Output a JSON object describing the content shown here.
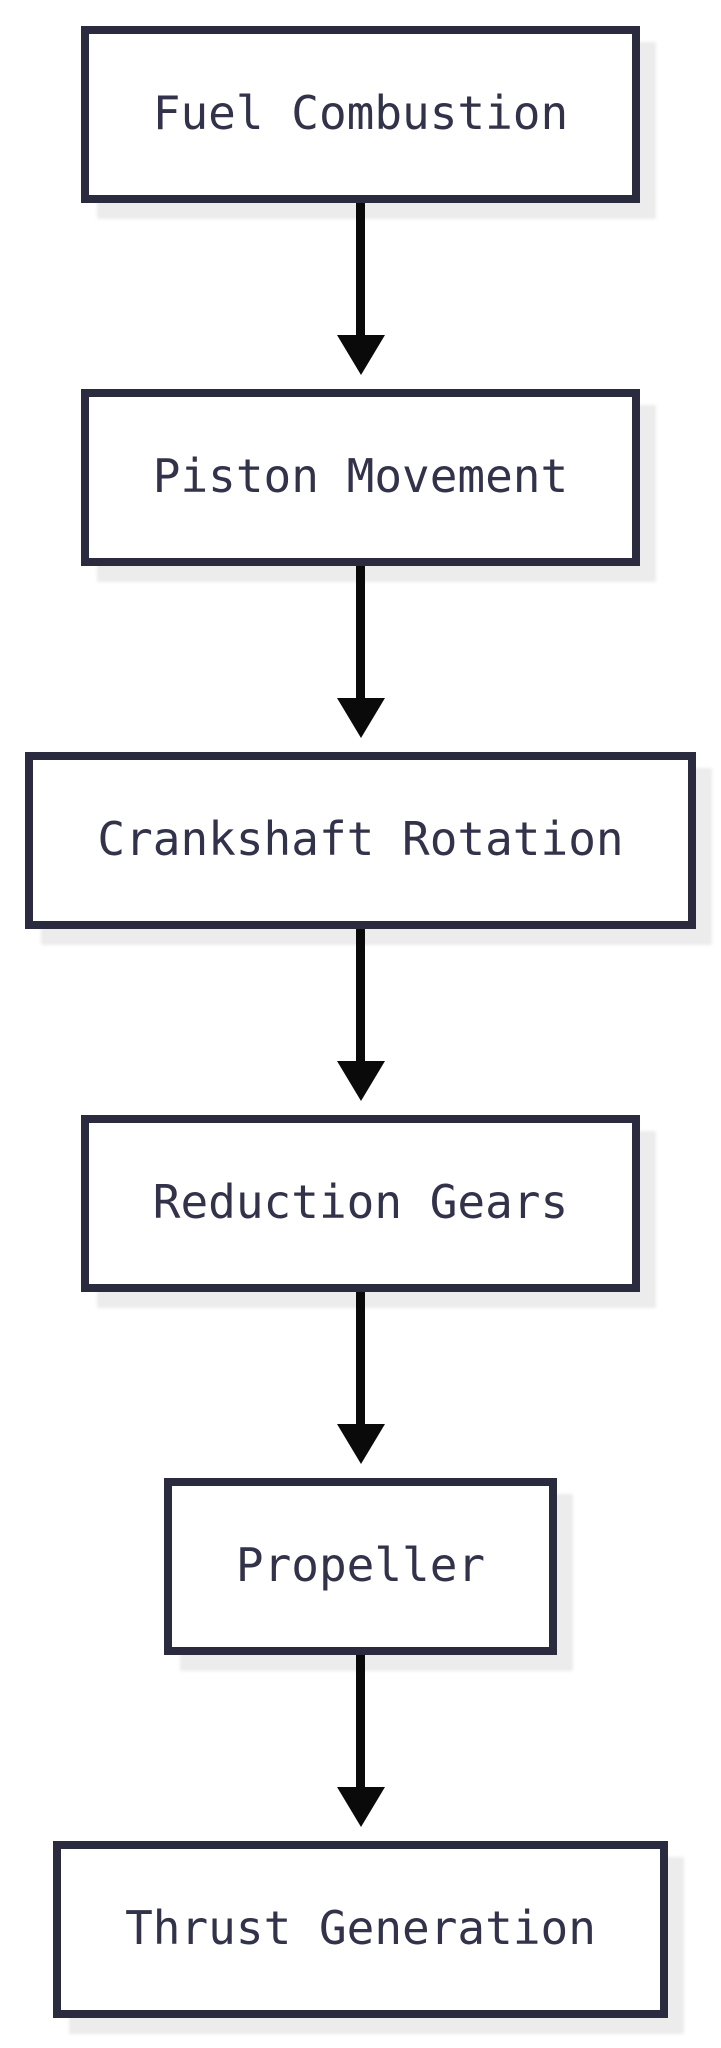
{
  "diagram": {
    "type": "flowchart",
    "direction": "top-down",
    "nodes": [
      {
        "id": "fuel-combustion",
        "label": "Fuel Combustion"
      },
      {
        "id": "piston-movement",
        "label": "Piston Movement"
      },
      {
        "id": "crankshaft-rotation",
        "label": "Crankshaft Rotation"
      },
      {
        "id": "reduction-gears",
        "label": "Reduction Gears"
      },
      {
        "id": "propeller",
        "label": "Propeller"
      },
      {
        "id": "thrust-generation",
        "label": "Thrust Generation"
      }
    ],
    "edges": [
      {
        "from": "fuel-combustion",
        "to": "piston-movement",
        "style": "arrow-down"
      },
      {
        "from": "piston-movement",
        "to": "crankshaft-rotation",
        "style": "arrow-down"
      },
      {
        "from": "crankshaft-rotation",
        "to": "reduction-gears",
        "style": "arrow-down"
      },
      {
        "from": "reduction-gears",
        "to": "propeller",
        "style": "arrow-down"
      },
      {
        "from": "propeller",
        "to": "thrust-generation",
        "style": "arrow-down"
      }
    ],
    "colors": {
      "background": "#ffffff",
      "node_fill": "#ffffff",
      "node_border": "#2b2b40",
      "node_text": "#32324a",
      "arrow": "#0a0a0a",
      "shadow": "#ececec"
    }
  }
}
